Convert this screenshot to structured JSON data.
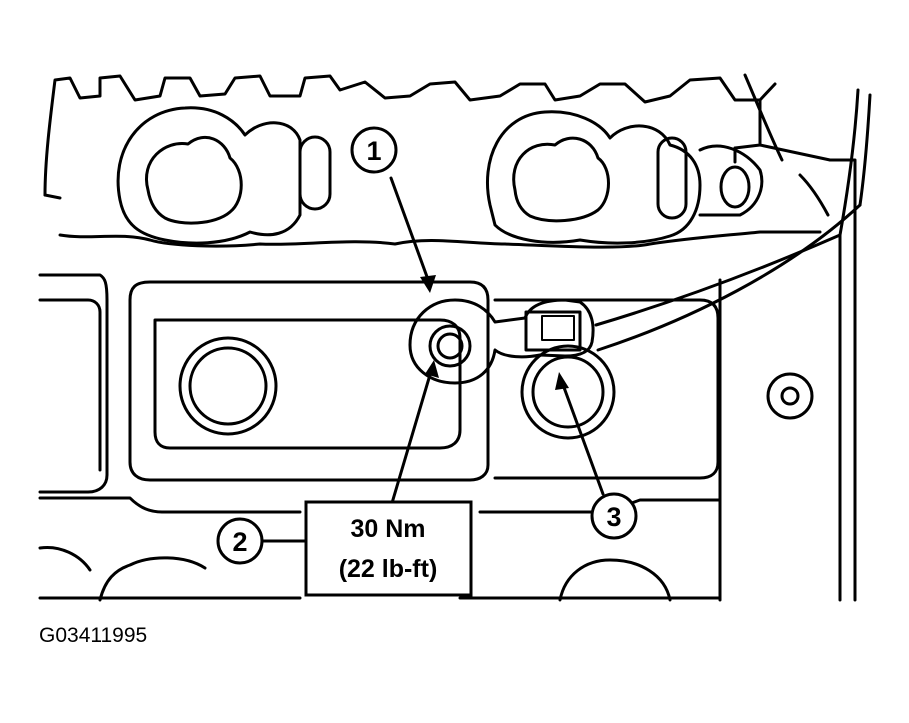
{
  "callouts": [
    {
      "label": "1"
    },
    {
      "label": "2"
    },
    {
      "label": "3"
    }
  ],
  "torque_spec": {
    "line1": "30 Nm",
    "line2": "(22 lb-ft)"
  },
  "figure_id": "G03411995"
}
